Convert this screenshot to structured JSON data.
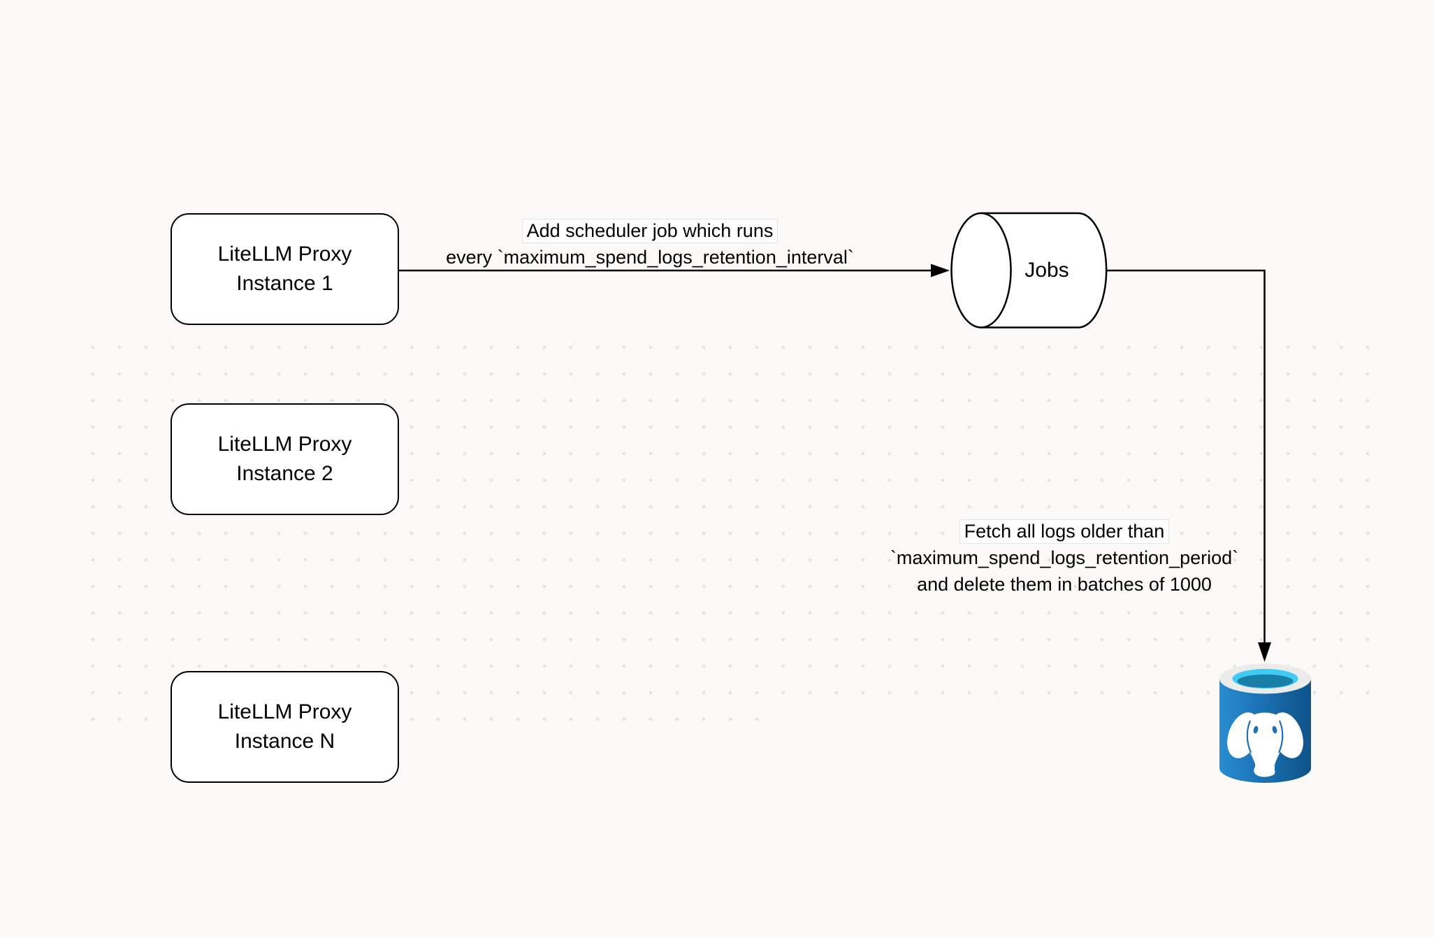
{
  "diagram": {
    "nodes": [
      {
        "name": "litellm-proxy-instance-1",
        "lines": [
          "LiteLLM Proxy",
          "Instance 1"
        ]
      },
      {
        "name": "litellm-proxy-instance-2",
        "lines": [
          "LiteLLM Proxy",
          "Instance 2"
        ]
      },
      {
        "name": "litellm-proxy-instance-n",
        "lines": [
          "LiteLLM Proxy",
          "Instance N"
        ]
      },
      {
        "name": "jobs-queue",
        "label": "Jobs"
      },
      {
        "name": "postgres-database",
        "icon": "postgresql-database-icon"
      }
    ],
    "edges": [
      {
        "name": "add-scheduler-job-edge",
        "lines": [
          "Add scheduler job which runs",
          "every `maximum_spend_logs_retention_interval`"
        ]
      },
      {
        "name": "fetch-and-delete-edge",
        "lines": [
          "Fetch all logs older than",
          "`maximum_spend_logs_retention_period`",
          "and delete them in batches of 1000"
        ]
      }
    ],
    "colors": {
      "canvas_background": "#fbfaf8",
      "grid_dot": "#e6e4e2",
      "stroke": "#000000",
      "node_fill": "#ffffff",
      "postgres_body_blue_light": "#2a8dd0",
      "postgres_body_blue": "#1b72b5",
      "postgres_body_blue_dark": "#0e5288",
      "postgres_rim": "#ebebe9",
      "postgres_water_light": "#3fcbf4",
      "postgres_water_dark": "#197fa8",
      "postgres_elephant": "#ffffff"
    }
  }
}
